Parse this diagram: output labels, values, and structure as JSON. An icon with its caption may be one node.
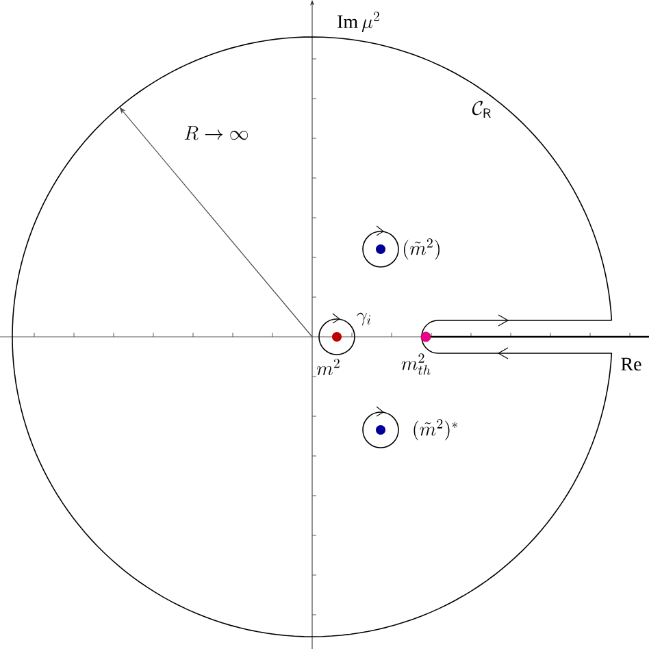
{
  "diagram": {
    "labels": [
      "\\mathrm{Im}\\,\\mu^2",
      "\\mathcal{C}_{\\mathsf{R}}",
      "R \\to \\infty",
      "(\\tilde{m}^2)",
      "\\gamma_i",
      "m^2",
      "m^2_{th}",
      "(\\tilde{m}^2)^*",
      "\\mathrm{Re}"
    ]
  }
}
